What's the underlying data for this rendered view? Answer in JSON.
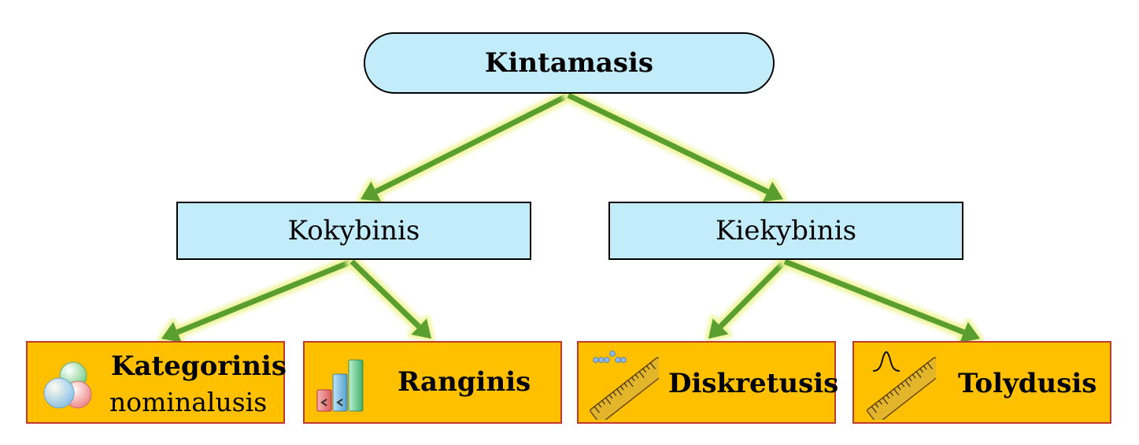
{
  "diagram": {
    "root": {
      "label": "Kintamasis"
    },
    "branches": [
      {
        "label": "Kokybinis",
        "children": [
          {
            "label": "Kategorinis",
            "sublabel": "nominalusis",
            "icon": "overlapping-circles-icon"
          },
          {
            "label": "Ranginis",
            "icon": "ranked-bars-icon"
          }
        ]
      },
      {
        "label": "Kiekybinis",
        "children": [
          {
            "label": "Diskretusis",
            "icon": "ruler-with-dots-icon"
          },
          {
            "label": "Tolydusis",
            "icon": "ruler-with-peak-icon"
          }
        ]
      }
    ],
    "colors": {
      "root_fill": "#c3ecfa",
      "branch_fill": "#c3ecfa",
      "leaf_fill": "#ffc000",
      "leaf_border": "#c0392b",
      "arrow": "#5a9e2f",
      "arrow_glow": "#eef59a"
    }
  }
}
